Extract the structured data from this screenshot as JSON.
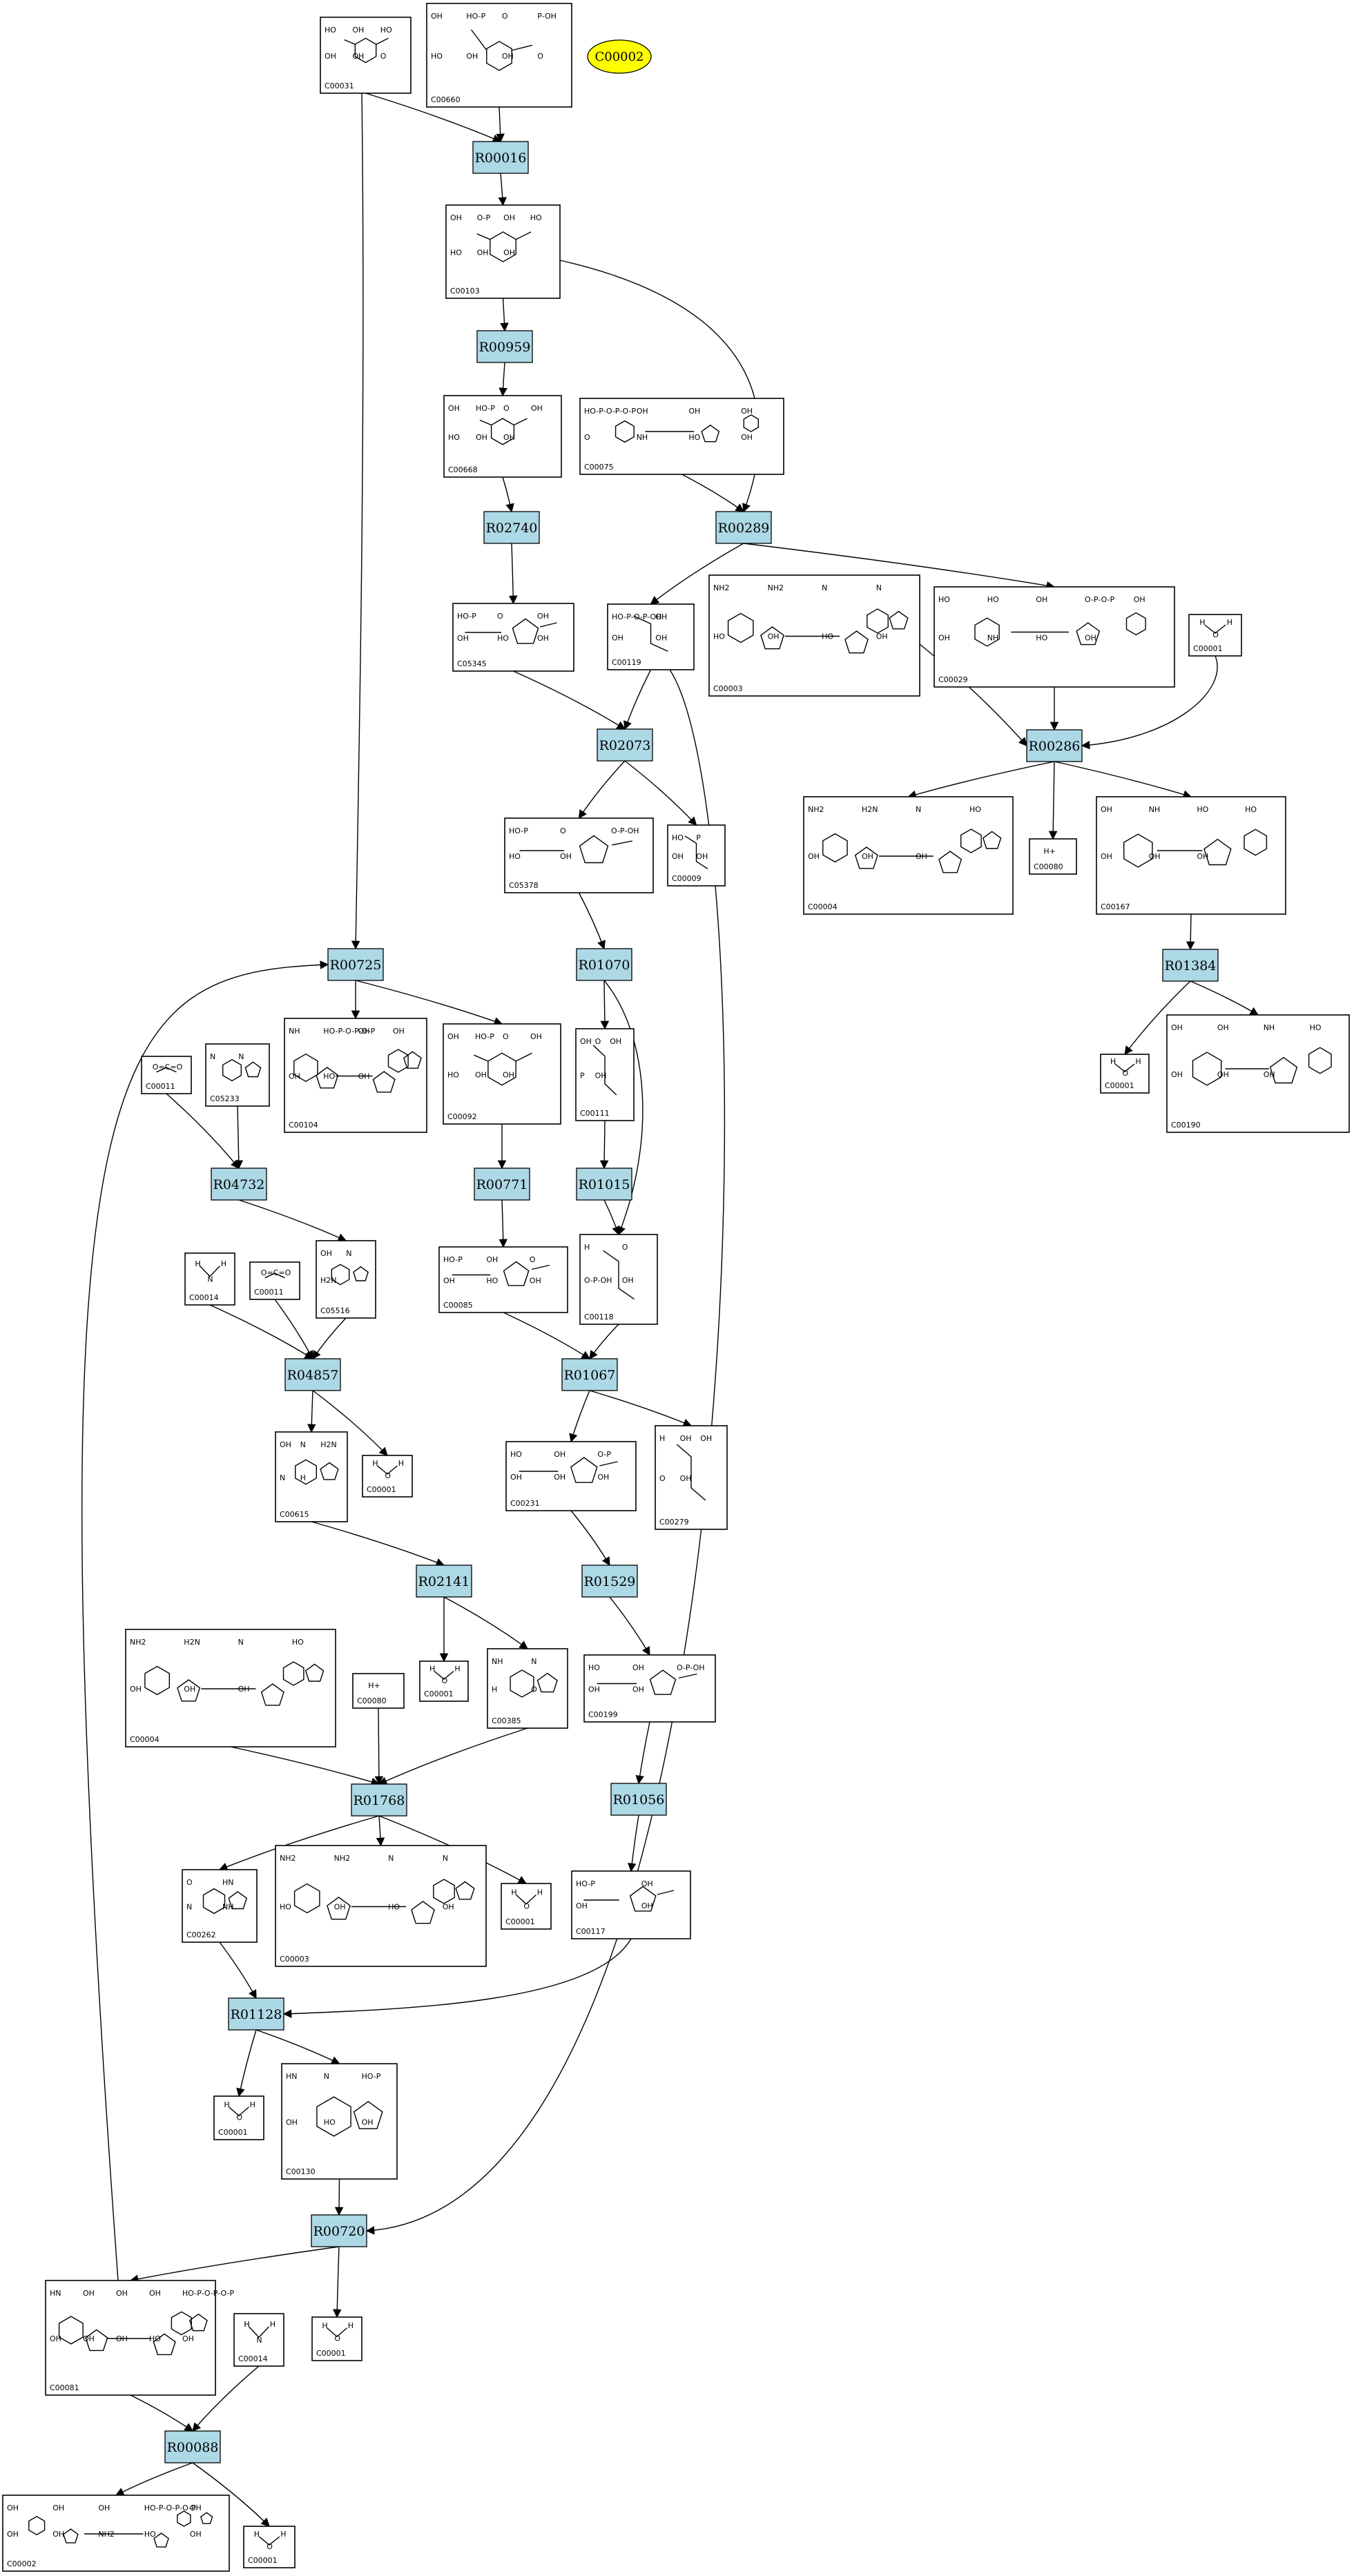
{
  "highlight": {
    "label": "C00002",
    "color": "#ffff00"
  },
  "reaction_color": "#add8e6",
  "reactions": [
    "R00016",
    "R00959",
    "R02740",
    "R00289",
    "R00286",
    "R02073",
    "R01384",
    "R00725",
    "R01070",
    "R04732",
    "R00771",
    "R01015",
    "R04857",
    "R01067",
    "R02141",
    "R01529",
    "R01768",
    "R01056",
    "R01128",
    "R00720",
    "R00088"
  ],
  "compounds": [
    {
      "id": "C00031",
      "atoms": [
        "HO",
        "OH",
        "HO",
        "OH",
        "OH",
        "O"
      ]
    },
    {
      "id": "C00660",
      "atoms": [
        "OH",
        "HO-P",
        "O",
        "P-OH",
        "HO",
        "OH",
        "OH",
        "O"
      ]
    },
    {
      "id": "C00103",
      "atoms": [
        "OH",
        "O-P",
        "OH",
        "HO",
        "HO",
        "OH",
        "OH"
      ]
    },
    {
      "id": "C00668",
      "atoms": [
        "OH",
        "HO-P",
        "O",
        "OH",
        "HO",
        "OH",
        "OH"
      ]
    },
    {
      "id": "C00075",
      "atoms": [
        "HO-P-O-P-O-P",
        "OH",
        "OH",
        "OH",
        "O",
        "NH",
        "HO",
        "OH"
      ]
    },
    {
      "id": "C05345",
      "atoms": [
        "HO-P",
        "O",
        "OH",
        "OH",
        "HO",
        "OH"
      ]
    },
    {
      "id": "C00119",
      "atoms": [
        "HO-P-O-P-OH",
        "OH",
        "OH",
        "OH"
      ]
    },
    {
      "id": "C00003",
      "atoms": [
        "NH2",
        "NH2",
        "N",
        "N",
        "HO",
        "OH",
        "HO",
        "OH"
      ]
    },
    {
      "id": "C00029",
      "atoms": [
        "HO",
        "HO",
        "OH",
        "O-P-O-P",
        "OH",
        "OH",
        "NH",
        "HO",
        "OH"
      ]
    },
    {
      "id": "C00001",
      "atoms": [
        "H",
        "O",
        "H"
      ]
    },
    {
      "id": "C00004",
      "atoms": [
        "NH2",
        "H2N",
        "N",
        "HO",
        "OH",
        "OH",
        "OH"
      ]
    },
    {
      "id": "C00080",
      "atoms": [
        "H+"
      ]
    },
    {
      "id": "C00167",
      "atoms": [
        "OH",
        "NH",
        "HO",
        "HO",
        "OH",
        "OH",
        "OH"
      ]
    },
    {
      "id": "C05378",
      "atoms": [
        "HO-P",
        "O",
        "O-P-OH",
        "HO",
        "OH"
      ]
    },
    {
      "id": "C00009",
      "atoms": [
        "HO",
        "P",
        "OH",
        "OH"
      ]
    },
    {
      "id": "C00011",
      "atoms": [
        "O=C=O"
      ]
    },
    {
      "id": "C05233",
      "atoms": [
        "N",
        "N"
      ]
    },
    {
      "id": "C00104",
      "atoms": [
        "NH",
        "HO-P-O-P-O-P",
        "OH",
        "OH",
        "OH",
        "HO",
        "OH"
      ]
    },
    {
      "id": "C00092",
      "atoms": [
        "OH",
        "HO-P",
        "O",
        "OH",
        "HO",
        "OH",
        "OH"
      ]
    },
    {
      "id": "C00111",
      "atoms": [
        "OH",
        "O",
        "OH",
        "P",
        "OH"
      ]
    },
    {
      "id": "C00190",
      "atoms": [
        "OH",
        "OH",
        "NH",
        "HO",
        "OH",
        "OH",
        "OH"
      ]
    },
    {
      "id": "C05516",
      "atoms": [
        "OH",
        "N",
        "H2N"
      ]
    },
    {
      "id": "C00014",
      "atoms": [
        "H",
        "N",
        "H",
        "H"
      ]
    },
    {
      "id": "C00085",
      "atoms": [
        "HO-P",
        "OH",
        "O",
        "OH",
        "HO",
        "OH"
      ]
    },
    {
      "id": "C00118",
      "atoms": [
        "H",
        "O",
        "O-P-OH",
        "OH"
      ]
    },
    {
      "id": "C00615",
      "atoms": [
        "OH",
        "N",
        "H2N",
        "N",
        "H"
      ]
    },
    {
      "id": "C00231",
      "atoms": [
        "HO",
        "OH",
        "O-P",
        "OH",
        "OH",
        "OH"
      ]
    },
    {
      "id": "C00279",
      "atoms": [
        "H",
        "OH",
        "OH",
        "O",
        "OH"
      ]
    },
    {
      "id": "C00199",
      "atoms": [
        "HO",
        "OH",
        "O-P-OH",
        "OH",
        "OH"
      ]
    },
    {
      "id": "C00385",
      "atoms": [
        "NH",
        "N",
        "H",
        "O"
      ]
    },
    {
      "id": "C00262",
      "atoms": [
        "O",
        "HN",
        "N",
        "NH"
      ]
    },
    {
      "id": "C00117",
      "atoms": [
        "HO-P",
        "OH",
        "OH",
        "OH"
      ]
    },
    {
      "id": "C00130",
      "atoms": [
        "HN",
        "N",
        "HO-P",
        "OH",
        "HO",
        "OH"
      ]
    },
    {
      "id": "C00081",
      "atoms": [
        "HN",
        "OH",
        "OH",
        "OH",
        "HO-P-O-P-O-P",
        "OH",
        "OH",
        "OH",
        "HO",
        "OH"
      ]
    },
    {
      "id": "C00002",
      "atoms": [
        "OH",
        "OH",
        "OH",
        "HO-P-O-P-O-P",
        "OH",
        "OH",
        "OH",
        "NH2",
        "HO",
        "OH"
      ]
    }
  ]
}
